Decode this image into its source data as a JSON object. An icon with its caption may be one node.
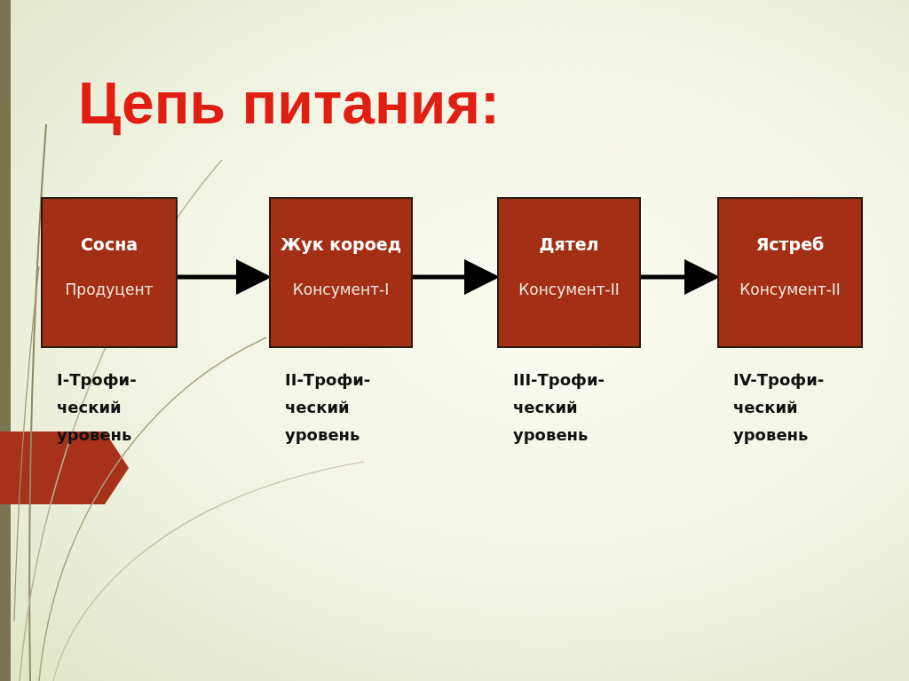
{
  "diagram": {
    "title": "Цепь питания:",
    "nodes": [
      {
        "text": [
          "Сосна",
          "Продуцент"
        ],
        "beside": [
          "I-Трофи- ческий уровень"
        ]
      },
      {
        "text": [
          "Жук короед",
          "Консумент-I"
        ],
        "beside": [
          "II-Трофи- ческий уровень"
        ]
      },
      {
        "text": [
          "Дятел",
          "Консумент-II"
        ],
        "beside": [
          "III-Трофи- ческий уровень"
        ]
      },
      {
        "text": [
          "Ястреб",
          "Консумент-II"
        ],
        "beside": [
          "IV-Трофи- ческий уровень"
        ]
      }
    ],
    "edges": [
      {
        "from": 0,
        "to": 1,
        "arrow": "to"
      },
      {
        "from": 1,
        "to": 2,
        "arrow": "to"
      },
      {
        "from": 2,
        "to": 3,
        "arrow": "to"
      }
    ]
  }
}
